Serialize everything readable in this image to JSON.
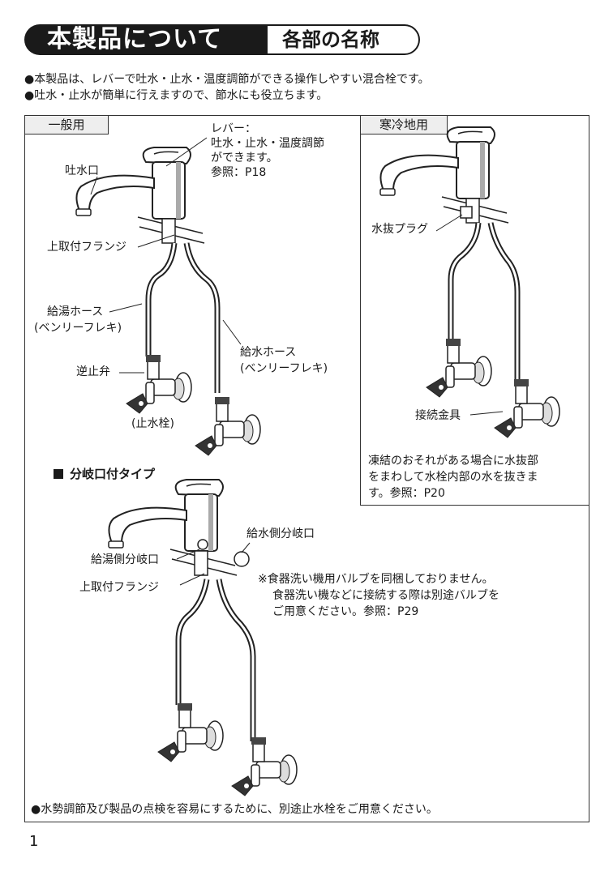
{
  "header": {
    "title": "本製品について",
    "subtitle": "各部の名称"
  },
  "intro": [
    "●本製品は、レバーで吐水・止水・温度調節ができる操作しやすい混合栓です。",
    "●吐水・止水が簡単に行えますので、節水にも役立ちます。"
  ],
  "general": {
    "tab": "一般用",
    "lever_line1": "レバー：",
    "lever_line2": "吐水・止水・温度調節",
    "lever_line3": "ができます。",
    "lever_line4": "参照：P18",
    "spout": "吐水口",
    "flange": "上取付フランジ",
    "hot_hose_1": "給湯ホース",
    "hot_hose_2": "(ベンリーフレキ)",
    "cold_hose_1": "給水ホース",
    "cold_hose_2": "(ベンリーフレキ)",
    "check_valve": "逆止弁",
    "stop_valve": "(止水栓)"
  },
  "cold_region": {
    "tab": "寒冷地用",
    "drain_plug": "水抜プラグ",
    "fitting": "接続金具",
    "note_1": "凍結のおそれがある場合に水抜部",
    "note_2": "をまわして水栓内部の水を抜きま",
    "note_3": "す。参照：P20"
  },
  "branch": {
    "title": "分岐口付タイプ",
    "cold_branch": "給水側分岐口",
    "hot_branch": "給湯側分岐口",
    "flange": "上取付フランジ",
    "note_1": "※食器洗い機用バルブを同梱しておりません。",
    "note_2": "食器洗い機などに接続する際は別途バルブを",
    "note_3": "ご用意ください。参照：P29"
  },
  "footer_note": "●水勢調節及び製品の点検を容易にするために、別途止水栓をご用意ください。",
  "page_number": "1"
}
